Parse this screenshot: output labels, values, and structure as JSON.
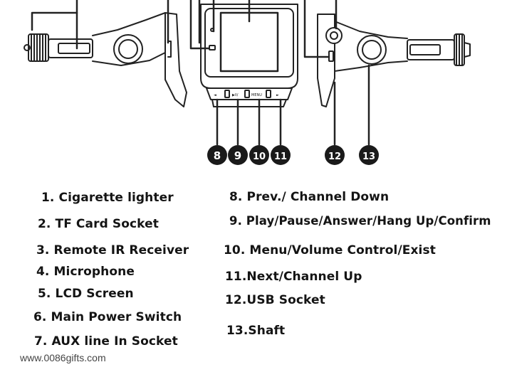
{
  "diagram": {
    "callouts": [
      {
        "number": "8",
        "label": "8. Prev./ Channel Down"
      },
      {
        "number": "9",
        "label": "9. Play/Pause/Answer/Hang Up/Confirm"
      },
      {
        "number": "10",
        "label": "10. Menu/Volume Control/Exist"
      },
      {
        "number": "11",
        "label": "11.Next/Channel Up"
      },
      {
        "number": "12",
        "label": "12.USB Socket"
      },
      {
        "number": "13",
        "label": "13.Shaft"
      }
    ],
    "button_labels": {
      "prev": "◄",
      "play": "▶II/",
      "menu": "MENU",
      "next": "►"
    }
  },
  "legend": {
    "left": [
      "1. Cigarette lighter",
      "2. TF Card Socket",
      "3. Remote IR Receiver",
      "4. Microphone",
      "5. LCD Screen",
      "6. Main Power Switch",
      "7. AUX line In Socket"
    ],
    "right": [
      "8. Prev./ Channel Down",
      "9. Play/Pause/Answer/Hang Up/Confirm",
      "10. Menu/Volume Control/Exist",
      "11.Next/Channel Up",
      "12.USB Socket",
      "13.Shaft"
    ]
  },
  "watermark": "www.0086gifts.com"
}
